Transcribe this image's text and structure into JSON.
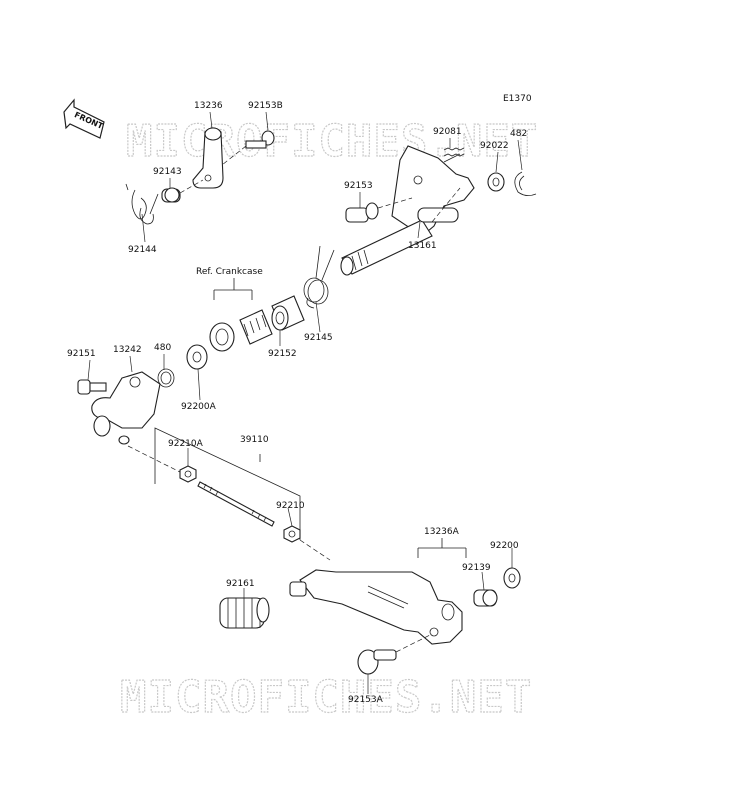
{
  "diagram": {
    "code": "E1370",
    "front_label": "FRONT",
    "ref_note": "Ref. Crankcase",
    "watermark_top": "MICROFICHES.NET",
    "watermark_bottom": "MICROFICHES.NET",
    "parts": {
      "p13236": "13236",
      "p92153B": "92153B",
      "p92143": "92143",
      "p92144": "92144",
      "p92081": "92081",
      "p482": "482",
      "p92022": "92022",
      "p92153": "92153",
      "p13161": "13161",
      "p92152": "92152",
      "p92145": "92145",
      "p92151": "92151",
      "p13242": "13242",
      "p480": "480",
      "p92200A": "92200A",
      "p39110": "39110",
      "p92210A": "92210A",
      "p92210": "92210",
      "p13236A": "13236A",
      "p92200": "92200",
      "p92139": "92139",
      "p92161": "92161",
      "p92153A": "92153A"
    }
  }
}
